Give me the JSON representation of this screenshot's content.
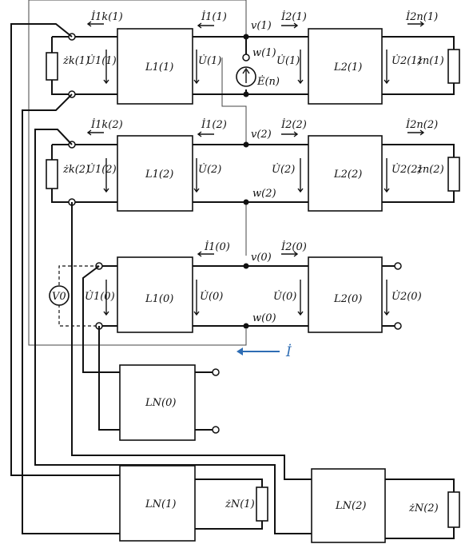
{
  "colors": {
    "line": "#111111",
    "current_arrow": "#2e6db4"
  },
  "labels": {
    "I1k_1": "İ1k(1)",
    "I1_1": "İ1(1)",
    "v_1": "v(1)",
    "I2_1": "İ2(1)",
    "I2n_1": "İ2n(1)",
    "zk_1": "żk(1)",
    "U1_1": "U̇1(1)",
    "L1_1": "L1(1)",
    "U_1a": "U̇(1)",
    "w_1": "w(1)",
    "U_1b": "U̇(1)",
    "E_n": "Ė(n)",
    "L2_1": "L2(1)",
    "U2_1": "U̇2(1)",
    "zn_1": "żn(1)",
    "I1k_2": "İ1k(2)",
    "I1_2": "İ1(2)",
    "v_2": "v(2)",
    "I2_2": "İ2(2)",
    "I2n_2": "İ2n(2)",
    "zk_2": "żk(2)",
    "U1_2": "U̇1(2)",
    "L1_2": "L1(2)",
    "U_2a": "U̇(2)",
    "U_2b": "U̇(2)",
    "w_2": "w(2)",
    "L2_2": "L2(2)",
    "U2_2": "U̇2(2)",
    "zn_2": "żn(2)",
    "I1_0": "İ1(0)",
    "v_0": "v(0)",
    "I2_0": "İ2(0)",
    "V0": "V0",
    "U1_0": "U̇1(0)",
    "L1_0": "L1(0)",
    "U_0a": "U̇(0)",
    "U_0b": "U̇(0)",
    "w_0": "w(0)",
    "L2_0": "L2(0)",
    "U2_0": "U̇2(0)",
    "I": "İ",
    "LN_0": "LN(0)",
    "LN_1": "LN(1)",
    "zN_1": "żN(1)",
    "LN_2": "LN(2)",
    "zN_2": "żN(2)"
  }
}
